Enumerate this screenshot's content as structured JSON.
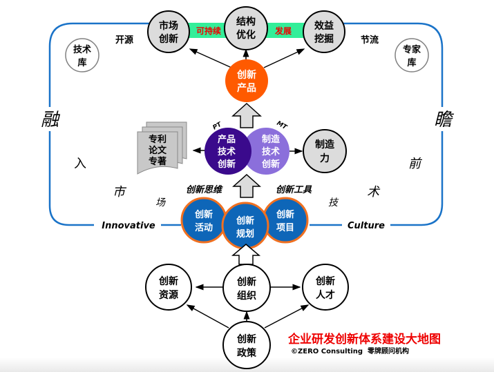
{
  "title": "企业研发创新体系建设大地图",
  "copyright": "©ZERO Consulting  零牌顾问机构",
  "colors": {
    "frame": "#1a73c8",
    "gray_node": "#dcdcdc",
    "orange": "#ff5a00",
    "blue": "#0e66b8",
    "blue_border": "#f07020",
    "dark_purple": "#3a0a8c",
    "light_purple": "#8b6fdb",
    "green_band": "#33ee99",
    "red_text": "#ee0000"
  },
  "top_nodes": {
    "market": [
      "市场",
      "创新"
    ],
    "structure": [
      "结构",
      "优化"
    ],
    "benefit": [
      "效益",
      "挖掘"
    ]
  },
  "band_labels": {
    "left": "可持续",
    "right": "发展"
  },
  "side_labels": {
    "open": "开源",
    "save": "节流"
  },
  "libraries": {
    "tech": [
      "技术",
      "库"
    ],
    "expert": [
      "专家",
      "库"
    ]
  },
  "product_node": [
    "创新",
    "产品"
  ],
  "frame_chars": {
    "left": "融",
    "right": "瞻",
    "left_mid": "入",
    "right_mid": "前",
    "market1": "市",
    "market2": "场",
    "tech1": "技",
    "tech2": "术"
  },
  "tech_innovation": {
    "product": [
      "产品",
      "技术",
      "创新"
    ],
    "manufacturing": [
      "制造",
      "技术",
      "创新"
    ],
    "pt": "PT",
    "mt": "MT"
  },
  "documents": [
    "专利",
    "论文",
    "专著"
  ],
  "capability": [
    "制造",
    "力"
  ],
  "tools": {
    "thinking": "创新思维",
    "tools": "创新工具"
  },
  "frame_words": {
    "left": "Innovative",
    "right": "Culture"
  },
  "blue_nodes": {
    "activity": [
      "创新",
      "活动"
    ],
    "planning": [
      "创新",
      "规划"
    ],
    "project": [
      "创新",
      "项目"
    ]
  },
  "base_nodes": {
    "resources": [
      "创新",
      "资源"
    ],
    "organization": [
      "创新",
      "组织"
    ],
    "talent": [
      "创新",
      "人才"
    ],
    "policy": [
      "创新",
      "政策"
    ]
  }
}
